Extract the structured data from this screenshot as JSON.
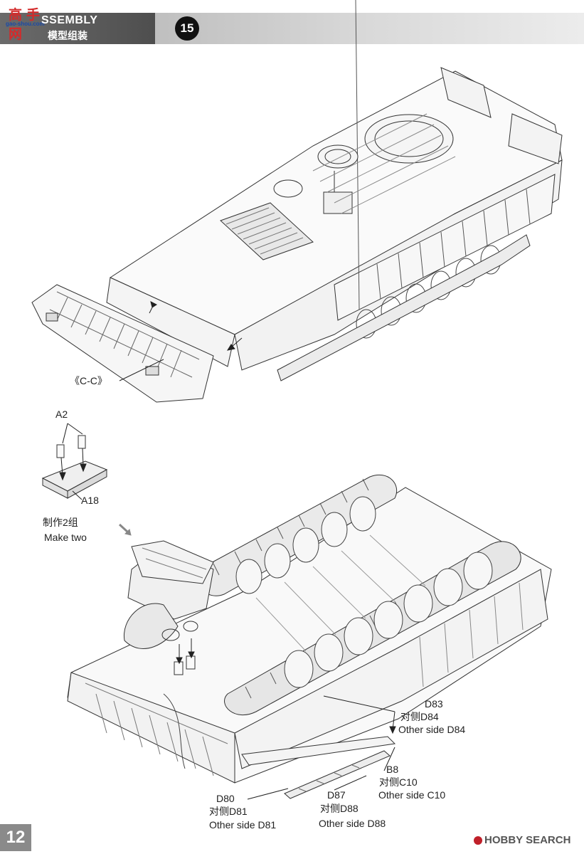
{
  "header": {
    "title_en": "SSEMBLY",
    "title_cn": "模型组装",
    "step_number": "15",
    "watermark_text": "高手网",
    "watermark_url": "gao-shou.com"
  },
  "top_figure": {
    "callout_cc": "《C-C》"
  },
  "inset_figure": {
    "part_top": "A2",
    "part_bottom": "A18",
    "make_two_cn": "制作2组",
    "make_two_en": "Make two"
  },
  "bottom_figure": {
    "callout_d83": {
      "part": "D83",
      "cn": "对侧D84",
      "en": "Other side D84"
    },
    "callout_b8": {
      "part": "B8",
      "cn": "对侧C10",
      "en": "Other side C10"
    },
    "callout_d80": {
      "part": "D80",
      "cn": "对侧D81",
      "en": "Other side D81"
    },
    "callout_d87": {
      "part": "D87",
      "cn": "对侧D88",
      "en": "Other side D88"
    }
  },
  "footer": {
    "page_number": "12",
    "brand": "HOBBY SEARCH"
  },
  "colors": {
    "header_dark": "#5a5a5a",
    "header_light": "#d9d9d9",
    "line_art": "#333333",
    "brand_red": "#c0202a"
  }
}
